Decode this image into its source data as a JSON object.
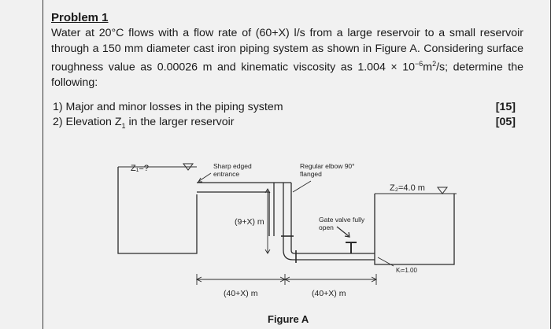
{
  "problem": {
    "title": "Problem 1",
    "statement": {
      "part1": "Water at 20°C flows with a flow rate of (60+X) l/s from a large reservoir to a small reservoir through a 150 mm diameter cast iron piping system as shown in Figure A. Considering surface roughness value as 0.00026 m and kinematic viscosity as 1.004 × 10",
      "exp": "−6",
      "part2": "m",
      "exp2": "2",
      "part3": "/s; determine the following:"
    },
    "questions": [
      {
        "text": "1) Major and minor losses in the piping system",
        "marks": "[15]"
      },
      {
        "q2_pre": "2) Elevation Z",
        "q2_sub": "1",
        "q2_post": " in the larger reservoir",
        "marks": "[05]"
      }
    ]
  },
  "figure": {
    "z1_label": "Z₁=?",
    "z2_label": "Z₂=4.0 m",
    "entrance_label": "Sharp edged",
    "entrance_label2": "entrance",
    "elbow_label": "Regular elbow 90°",
    "elbow_label2": "flanged",
    "gate_label": "Gate valve fully",
    "gate_label2": "open",
    "vertical_length": "(9+X) m",
    "horizontal_left": "(40+X) m",
    "horizontal_right": "(40+X) m",
    "kl_label": "Kₗ=1.00",
    "caption": "Figure A"
  }
}
